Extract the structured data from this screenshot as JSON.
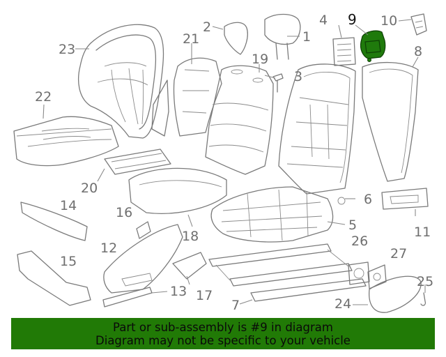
{
  "diagram": {
    "callouts": [
      "1",
      "2",
      "3",
      "4",
      "5",
      "6",
      "7",
      "8",
      "9",
      "10",
      "11",
      "12",
      "13",
      "14",
      "15",
      "16",
      "17",
      "18",
      "19",
      "20",
      "21",
      "22",
      "23",
      "24",
      "25",
      "26",
      "27"
    ],
    "highlighted_part": "9",
    "highlight_color": "#217a06",
    "line_color": "#7a7a7a"
  },
  "banner": {
    "line1": "Part or sub-assembly is #9 in diagram",
    "line2": "Diagram may not be specific to your vehicle",
    "background": "#217a06"
  }
}
